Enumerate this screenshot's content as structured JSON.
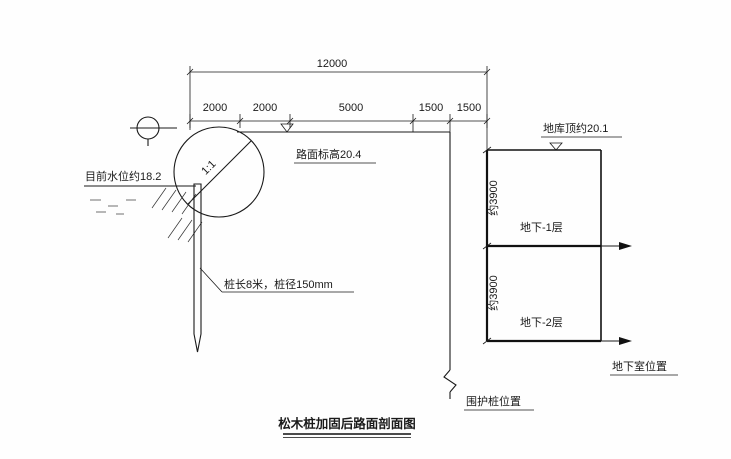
{
  "title": "松木桩加固后路面剖面图",
  "dimensions": {
    "total": "12000",
    "seg1": "2000",
    "seg2": "2000",
    "seg3": "5000",
    "seg4": "1500",
    "seg5": "1500",
    "depth_b1": "约3900",
    "depth_b2": "约3900"
  },
  "labels": {
    "slope_ratio": "1:1",
    "water_level": "目前水位约18.2",
    "road_elevation": "路面标高20.4",
    "pile_note": "桩长8米，桩径150mm",
    "garage_roof": "地库顶约20.1",
    "basement_level1": "地下-1层",
    "basement_level2": "地下-2层",
    "basement_position": "地下室位置",
    "enclosure_pile_position": "围护桩位置"
  }
}
